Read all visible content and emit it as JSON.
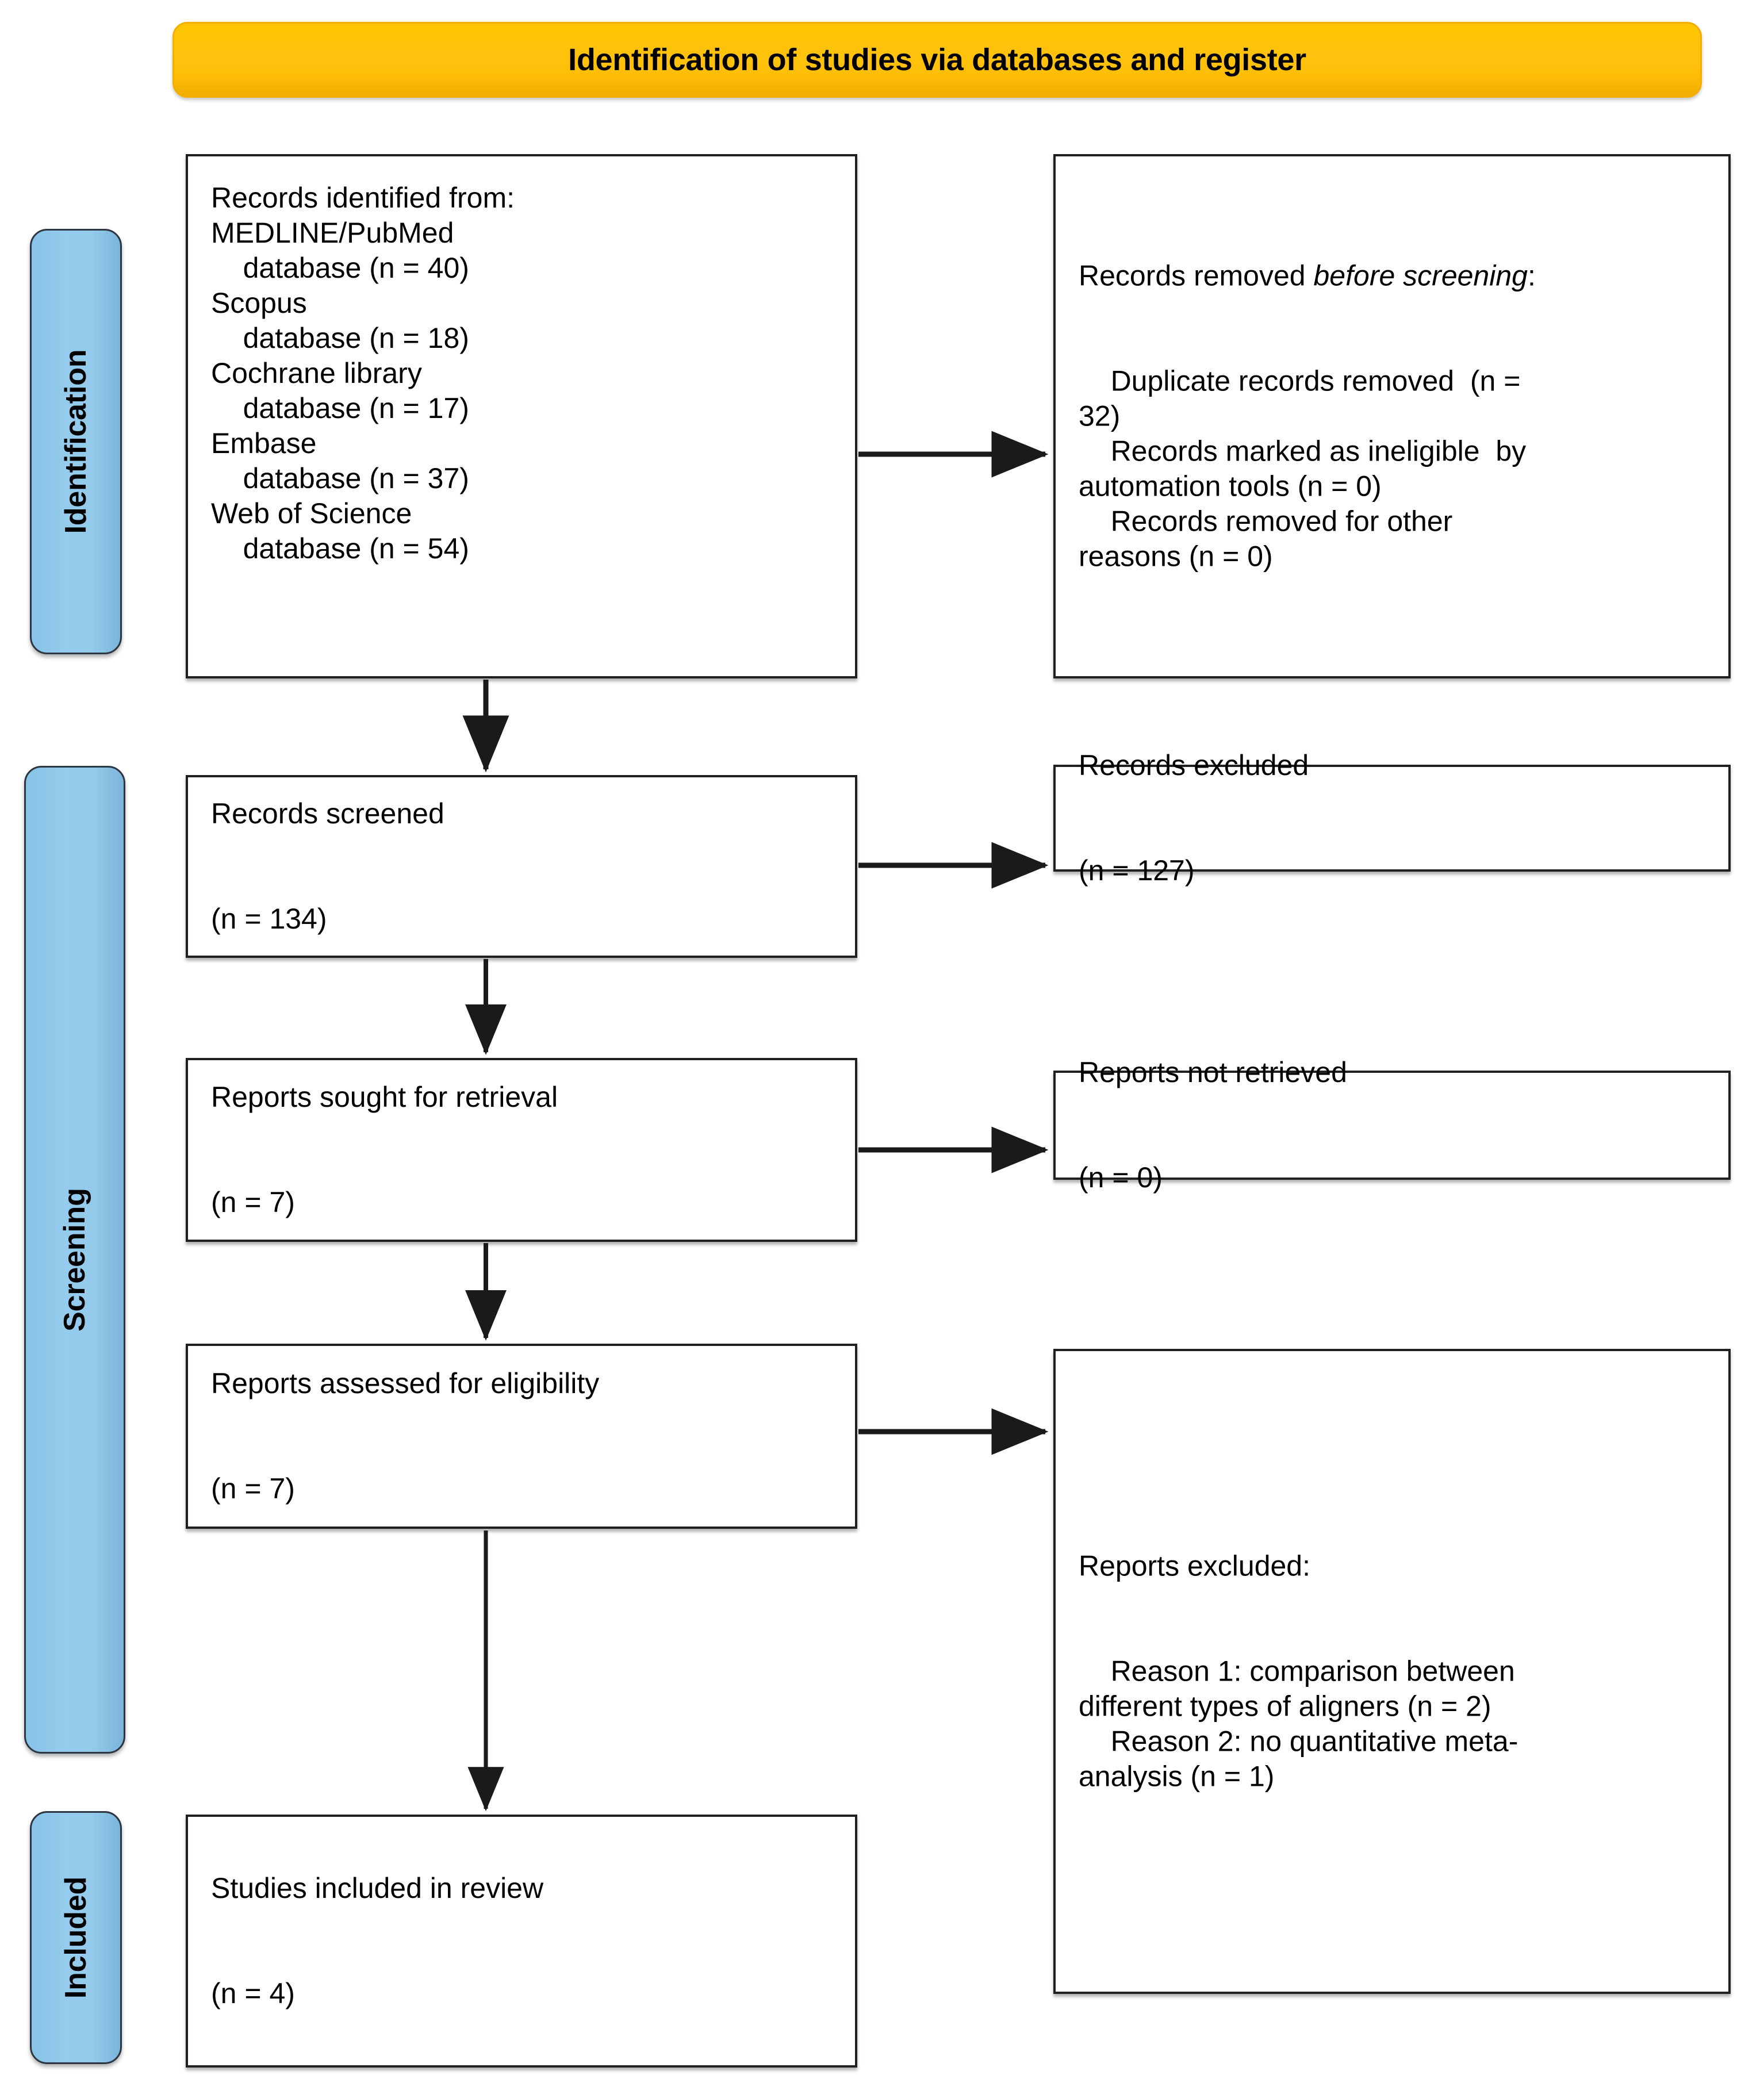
{
  "diagram": {
    "type": "prisma-flow-diagram",
    "colors": {
      "banner_fill": "#FFC20E",
      "phase_bar_fill": "#93C9EA",
      "box_border": "#231F20",
      "text": "#000000",
      "background": "#FFFFFF"
    }
  },
  "banner": {
    "identification_title": "Identification of studies via databases and register"
  },
  "phases": {
    "identification": "Identification",
    "screening": "Screening",
    "included": "Included"
  },
  "boxes": {
    "records_identified": {
      "title": "Records identified from:",
      "sources": [
        {
          "name": "MEDLINE/PubMed",
          "line": "database (n = 40)",
          "n": 40
        },
        {
          "name": "Scopus",
          "line": "database (n = 18)",
          "n": 18
        },
        {
          "name": "Cochrane library",
          "line": "database (n = 17)",
          "n": 17
        },
        {
          "name": "Embase",
          "line": "database (n = 37)",
          "n": 37
        },
        {
          "name": "Web of Science",
          "line": "database (n = 54)",
          "n": 54
        }
      ],
      "full_text": "Records identified from:\nMEDLINE/PubMed\n    database (n = 40)\nScopus\n    database (n = 18)\nCochrane library\n    database (n = 17)\nEmbase\n    database (n = 37)\nWeb of Science\n    database (n = 54)"
    },
    "records_removed": {
      "title_prefix": "Records removed ",
      "title_italic": "before screening",
      "title_suffix": ":",
      "items": [
        "    Duplicate records removed  (n = 32)",
        "    Records marked as ineligible  by automation tools (n = 0)",
        "    Records removed for other reasons (n = 0)"
      ],
      "body_text": "    Duplicate records removed  (n =\n32)\n    Records marked as ineligible  by\nautomation tools (n = 0)\n    Records removed for other\nreasons (n = 0)"
    },
    "records_screened": {
      "label": "Records screened",
      "count_text": "(n = 134)",
      "n": 134
    },
    "records_excluded": {
      "label": "Records excluded",
      "count_text": "(n = 127)",
      "n": 127
    },
    "reports_sought": {
      "label": "Reports sought for retrieval",
      "count_text": "(n = 7)",
      "n": 7
    },
    "reports_not_retrieved": {
      "label": "Reports not retrieved",
      "count_text": "(n = 0)",
      "n": 0
    },
    "reports_assessed": {
      "label": "Reports assessed for eligibility",
      "count_text": "(n = 7)",
      "n": 7
    },
    "reports_excluded": {
      "title": "Reports excluded:",
      "reasons": [
        {
          "label": "Reason 1: comparison between different types of aligners (n = 2)",
          "n": 2
        },
        {
          "label": "Reason 2: no quantitative meta-analysis (n = 1)",
          "n": 1
        }
      ],
      "body_text": "    Reason 1: comparison between\ndifferent types of aligners (n = 2)\n    Reason 2: no quantitative meta-\nanalysis (n = 1)"
    },
    "studies_included": {
      "label": "Studies included in review",
      "count_text": "(n = 4)",
      "n": 4
    }
  }
}
